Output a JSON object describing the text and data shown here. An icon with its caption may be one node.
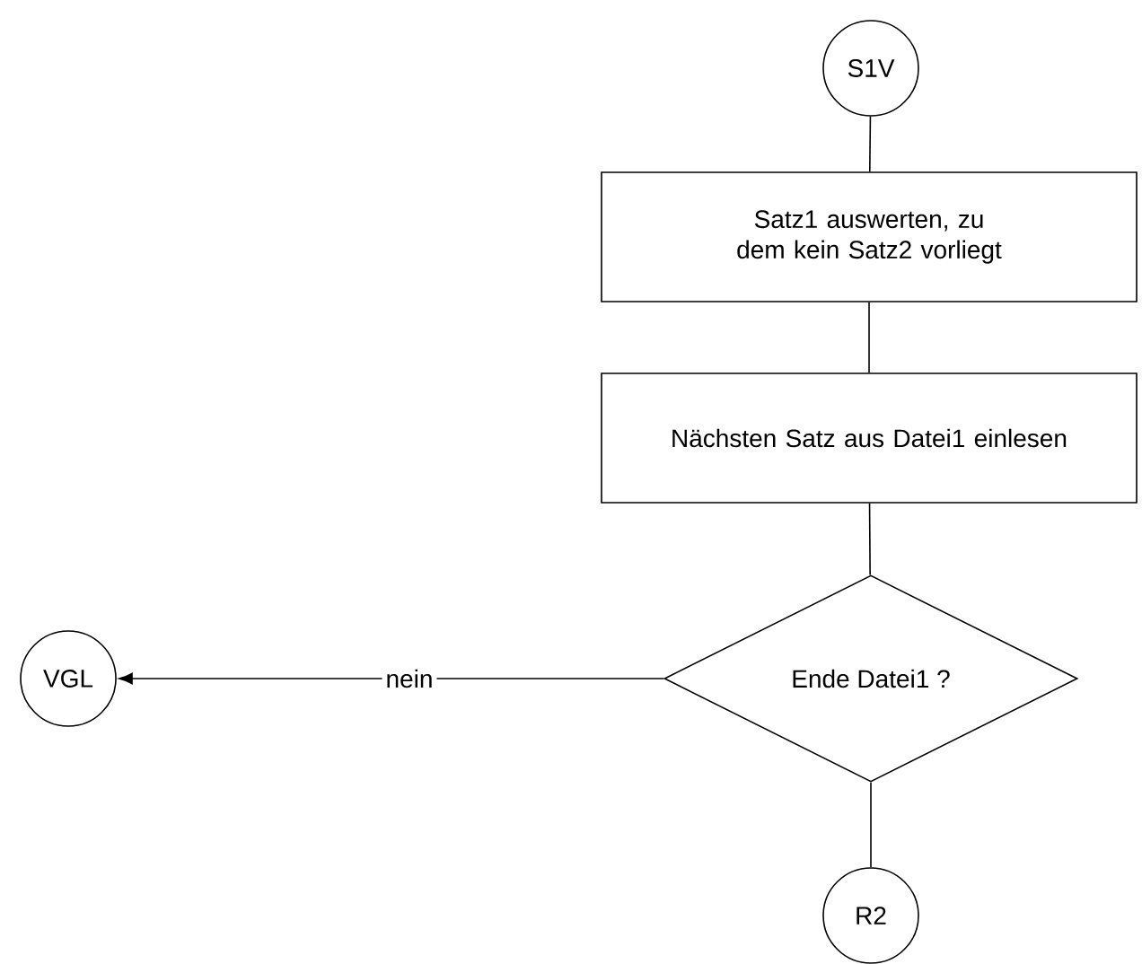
{
  "diagram": {
    "nodes": [
      {
        "text": [
          "S1V"
        ]
      },
      {
        "text": [
          "Satz1 auswerten, zu dem kein Satz2 vorliegt"
        ]
      },
      {
        "text": [
          "Nächsten Satz aus Datei1 einlesen"
        ]
      },
      {
        "text": [
          "Ende Datei1 ?"
        ]
      },
      {
        "text": [
          "VGL"
        ]
      },
      {
        "text": [
          "R2"
        ]
      }
    ],
    "edges": [
      {
        "from": 0,
        "to": 1,
        "arrow": "none"
      },
      {
        "from": 1,
        "to": 2,
        "arrow": "none"
      },
      {
        "from": 2,
        "to": 3,
        "arrow": "none"
      },
      {
        "from": 3,
        "to": 4,
        "arrow": "to",
        "label": "nein"
      },
      {
        "from": 3,
        "to": 5,
        "arrow": "none"
      }
    ]
  }
}
